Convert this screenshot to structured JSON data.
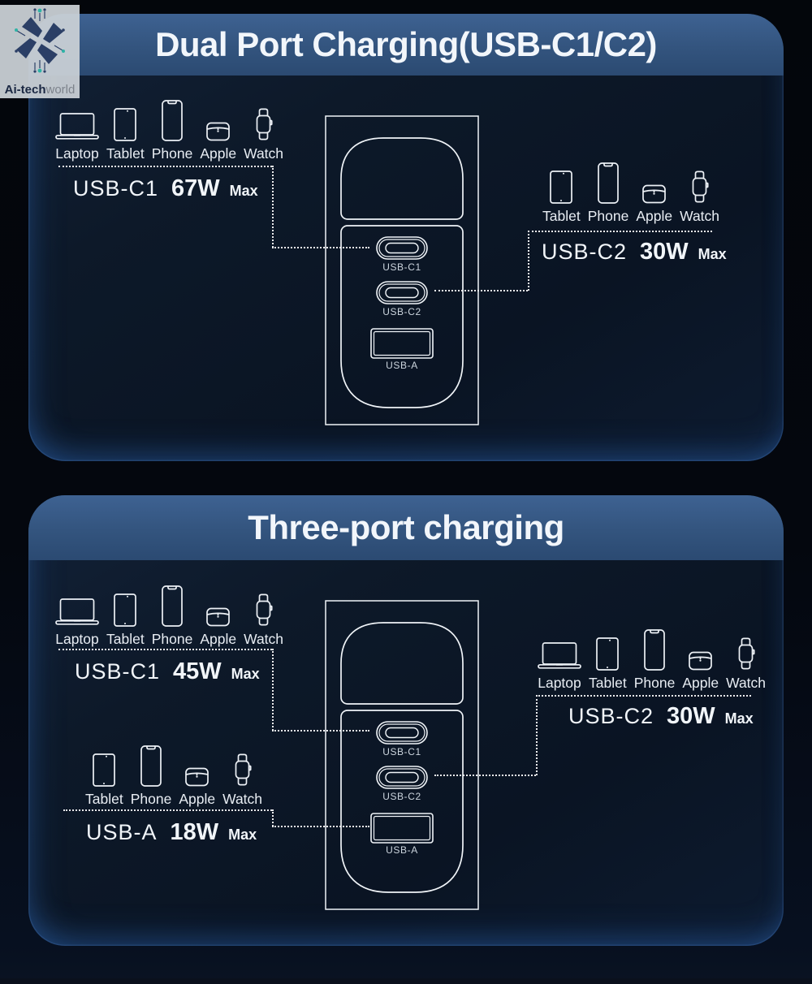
{
  "logo": {
    "brand_bold": "Ai-tech",
    "brand_light": "world"
  },
  "colors": {
    "page_bg": "#04060c",
    "panel_bg": "#0c1828",
    "header_blue": "#33547e",
    "line_white": "#ffffff",
    "brand_navy": "#2b3f66",
    "brand_teal": "#2fb3a6"
  },
  "panel1": {
    "title": "Dual Port Charging(USB-C1/C2)",
    "groupA": {
      "devices": [
        "Laptop",
        "Tablet",
        "Phone",
        "Apple",
        "Watch"
      ],
      "port": "USB-C1",
      "watt": "67W",
      "max": "Max"
    },
    "groupB": {
      "devices": [
        "Tablet",
        "Phone",
        "Apple",
        "Watch"
      ],
      "port": "USB-C2",
      "watt": "30W",
      "max": "Max"
    },
    "charger": {
      "port1": "USB-C1",
      "port2": "USB-C2",
      "port3": "USB-A"
    }
  },
  "panel2": {
    "title": "Three-port charging",
    "groupC": {
      "devices": [
        "Laptop",
        "Tablet",
        "Phone",
        "Apple",
        "Watch"
      ],
      "port": "USB-C1",
      "watt": "45W",
      "max": "Max"
    },
    "groupD": {
      "devices": [
        "Tablet",
        "Phone",
        "Apple",
        "Watch"
      ],
      "port": "USB-A",
      "watt": "18W",
      "max": "Max"
    },
    "groupE": {
      "devices": [
        "Laptop",
        "Tablet",
        "Phone",
        "Apple",
        "Watch"
      ],
      "port": "USB-C2",
      "watt": "30W",
      "max": "Max"
    },
    "charger": {
      "port1": "USB-C1",
      "port2": "USB-C2",
      "port3": "USB-A"
    }
  }
}
